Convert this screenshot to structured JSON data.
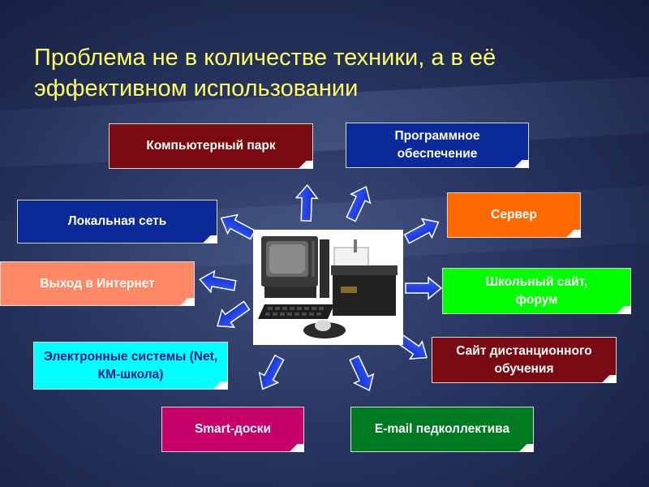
{
  "title": "Проблема не в количестве техники, а в её эффективном использовании",
  "colors": {
    "background": "#283561",
    "title": "#ffff66",
    "arrow": "#1e3fe0"
  },
  "center_image": "retro-computer-and-printer-image",
  "boxes": [
    {
      "id": "computer-park",
      "label": "Компьютерный парк",
      "color": "#7a0a12"
    },
    {
      "id": "software",
      "label": "Программное обеспечение",
      "color": "#0a2a9a"
    },
    {
      "id": "local-network",
      "label": "Локальная сеть",
      "color": "#0a2a9a"
    },
    {
      "id": "server",
      "label": "Сервер",
      "color": "#ff6a00"
    },
    {
      "id": "internet",
      "label": "Выход в Интернет",
      "color": "#ff8866"
    },
    {
      "id": "school-site",
      "label": "Школьный сайт, форум",
      "color": "#00ff00"
    },
    {
      "id": "e-systems",
      "label": "Электронные системы (Net, КМ-школа)",
      "color": "#00ffff"
    },
    {
      "id": "distance-site",
      "label": "Сайт дистанционного обучения",
      "color": "#7a0a12"
    },
    {
      "id": "smart-boards",
      "label": "Smart-доски",
      "color": "#c8006a"
    },
    {
      "id": "email",
      "label": "E-mail педколлектива",
      "color": "#007a20"
    }
  ]
}
